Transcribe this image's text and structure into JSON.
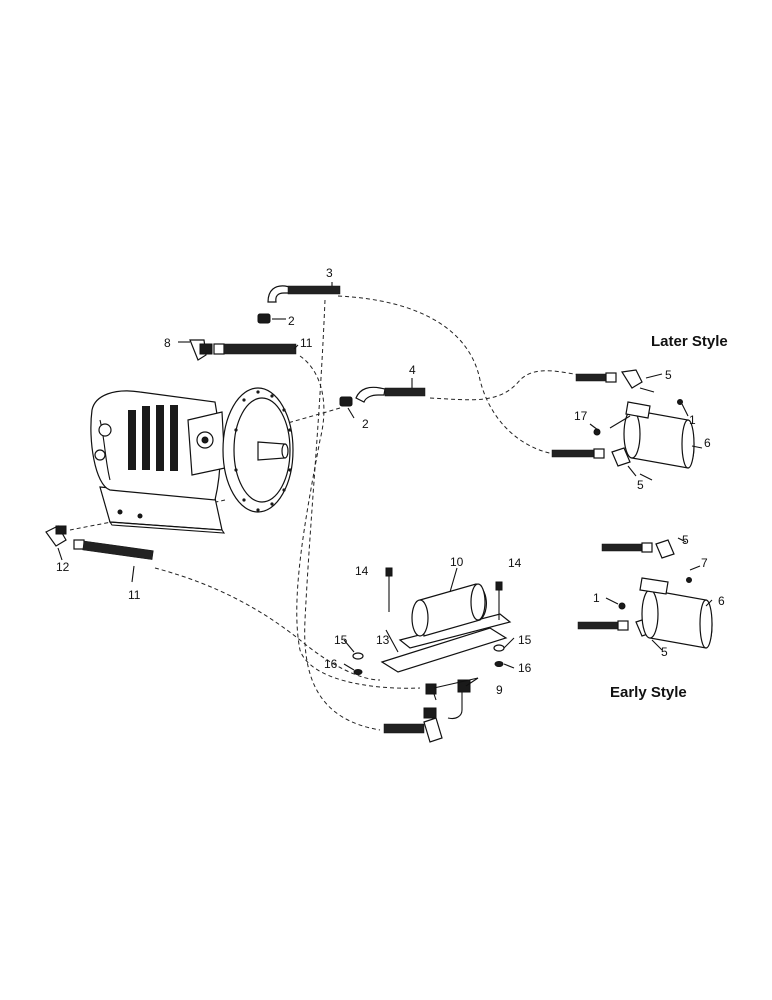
{
  "titles": {
    "later_style": "Later Style",
    "early_style": "Early Style"
  },
  "callouts": {
    "c1_later": "1",
    "c1_early": "1",
    "c2_top": "2",
    "c2_mid": "2",
    "c3": "3",
    "c4": "4",
    "c5_later_top": "5",
    "c5_later_bottom": "5",
    "c5_early_top": "5",
    "c5_early_bottom": "5",
    "c6_later": "6",
    "c6_early": "6",
    "c7": "7",
    "c8": "8",
    "c9": "9",
    "c10": "10",
    "c11_top": "11",
    "c11_bottom": "11",
    "c12": "12",
    "c13": "13",
    "c14_left": "14",
    "c14_right": "14",
    "c15_left": "15",
    "c15_right": "15",
    "c16_left": "16",
    "c16_right": "16",
    "c17": "17"
  }
}
